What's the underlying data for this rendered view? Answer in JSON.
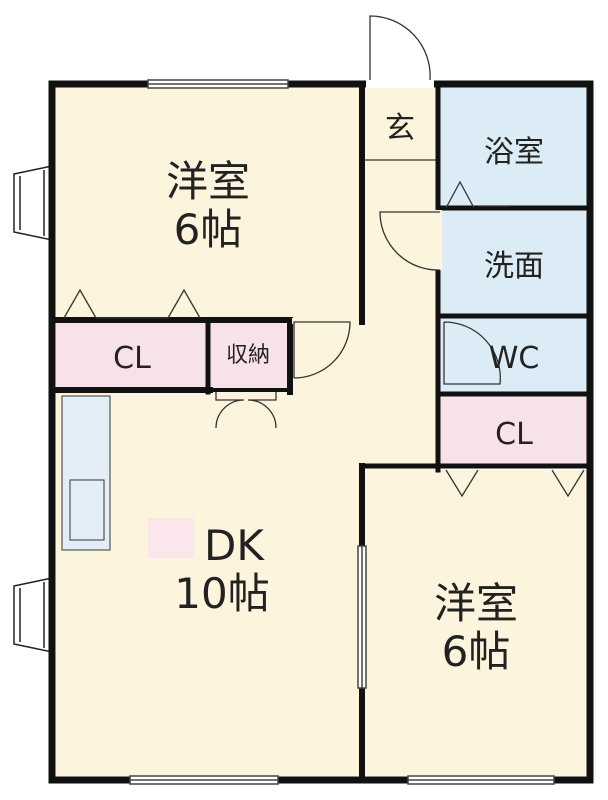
{
  "colors": {
    "room_fill": "#fcf4dc",
    "closet_fill": "#f8e2ea",
    "wet_fill": "#dcecf6",
    "wall": "#111111",
    "door_line": "#333333",
    "kitchen_fill": "#e2edf6"
  },
  "rooms": {
    "western_top": {
      "name": "洋室",
      "size": "6帖"
    },
    "genkan": {
      "name": "玄"
    },
    "bath": {
      "name": "浴室"
    },
    "washroom": {
      "name": "洗面"
    },
    "closet_left": {
      "name": "CL"
    },
    "storage": {
      "name": "収納"
    },
    "wc": {
      "name": "WC"
    },
    "closet_right": {
      "name": "CL"
    },
    "dk": {
      "name": "DK",
      "size": "10帖"
    },
    "western_bottom": {
      "name": "洋室",
      "size": "6帖"
    }
  }
}
